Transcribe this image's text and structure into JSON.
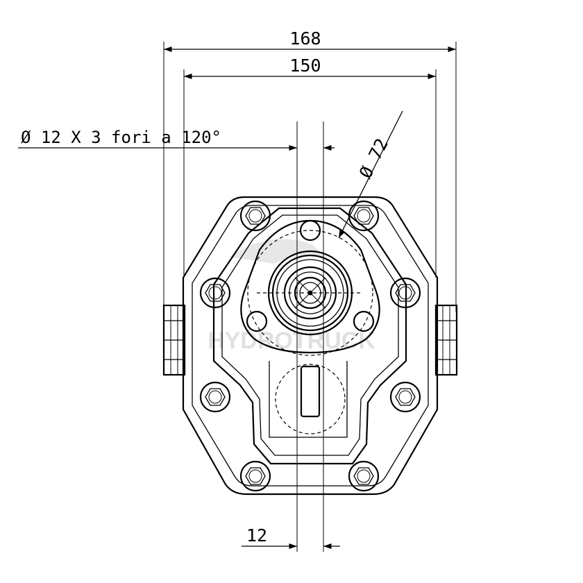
{
  "dimensions": {
    "overall_width": "168",
    "flange_width": "150",
    "hole_note": "Ø 12 X 3 fori a 120°",
    "pitch_diameter": "Ø 72",
    "offset": "12"
  },
  "watermark": {
    "brand": "HYDROTRUCK"
  }
}
